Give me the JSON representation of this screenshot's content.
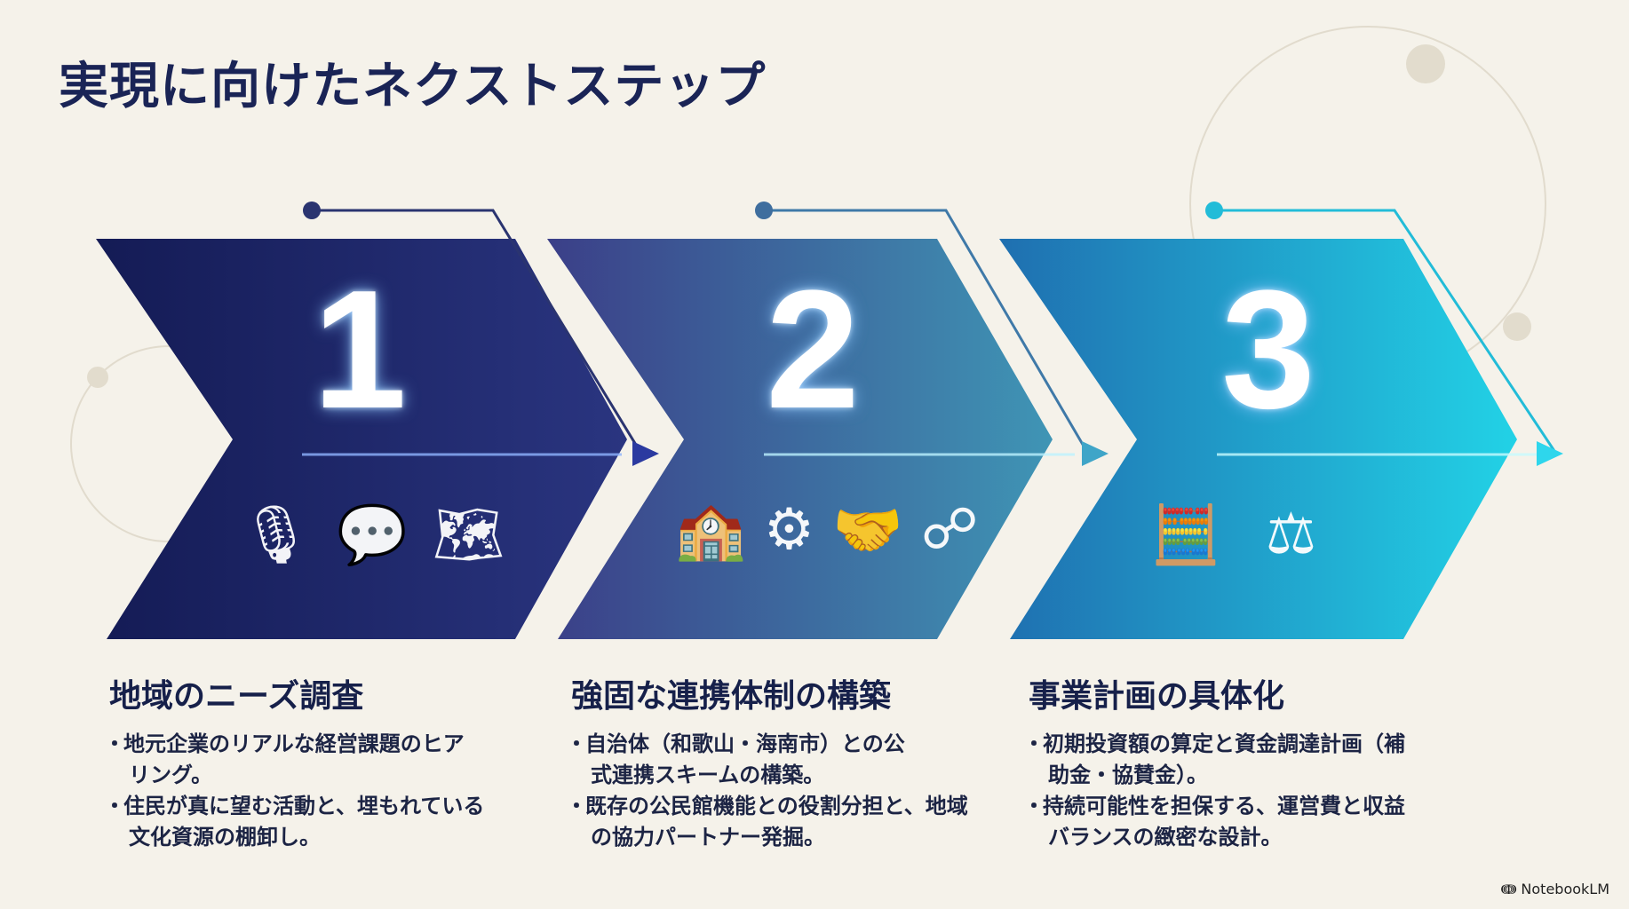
{
  "title": "実現に向けたネクストステップ",
  "steps": [
    {
      "number": "1",
      "heading": "地域のニーズ調査",
      "bullets": [
        "地元企業のリアルな経営課題のヒアリング。",
        "住民が真に望む活動と、埋もれている文化資源の棚卸し。"
      ],
      "icons": [
        "microphone-icon",
        "chat-bubbles-icon",
        "map-search-icon"
      ],
      "color": "#1b2466"
    },
    {
      "number": "2",
      "heading": "強固な連携体制の構築",
      "bullets": [
        "自治体（和歌山・海南市）との公式連携スキームの構築。",
        "既存の公民館機能との役割分担と、地域の協力パートナー発掘。"
      ],
      "icons": [
        "town-hall-icon",
        "gears-icon",
        "handshake-icon",
        "network-people-icon"
      ],
      "color": "#3a5a9a"
    },
    {
      "number": "3",
      "heading": "事業計画の具体化",
      "bullets": [
        "初期投資額の算定と資金調達計画（補助金・協賛金）。",
        "持続可能性を担保する、運営費と収益バランスの緻密な設計。"
      ],
      "icons": [
        "calculator-coins-icon",
        "balance-growth-icon"
      ],
      "color": "#1ec8e0"
    }
  ],
  "brand": "NotebookLM"
}
